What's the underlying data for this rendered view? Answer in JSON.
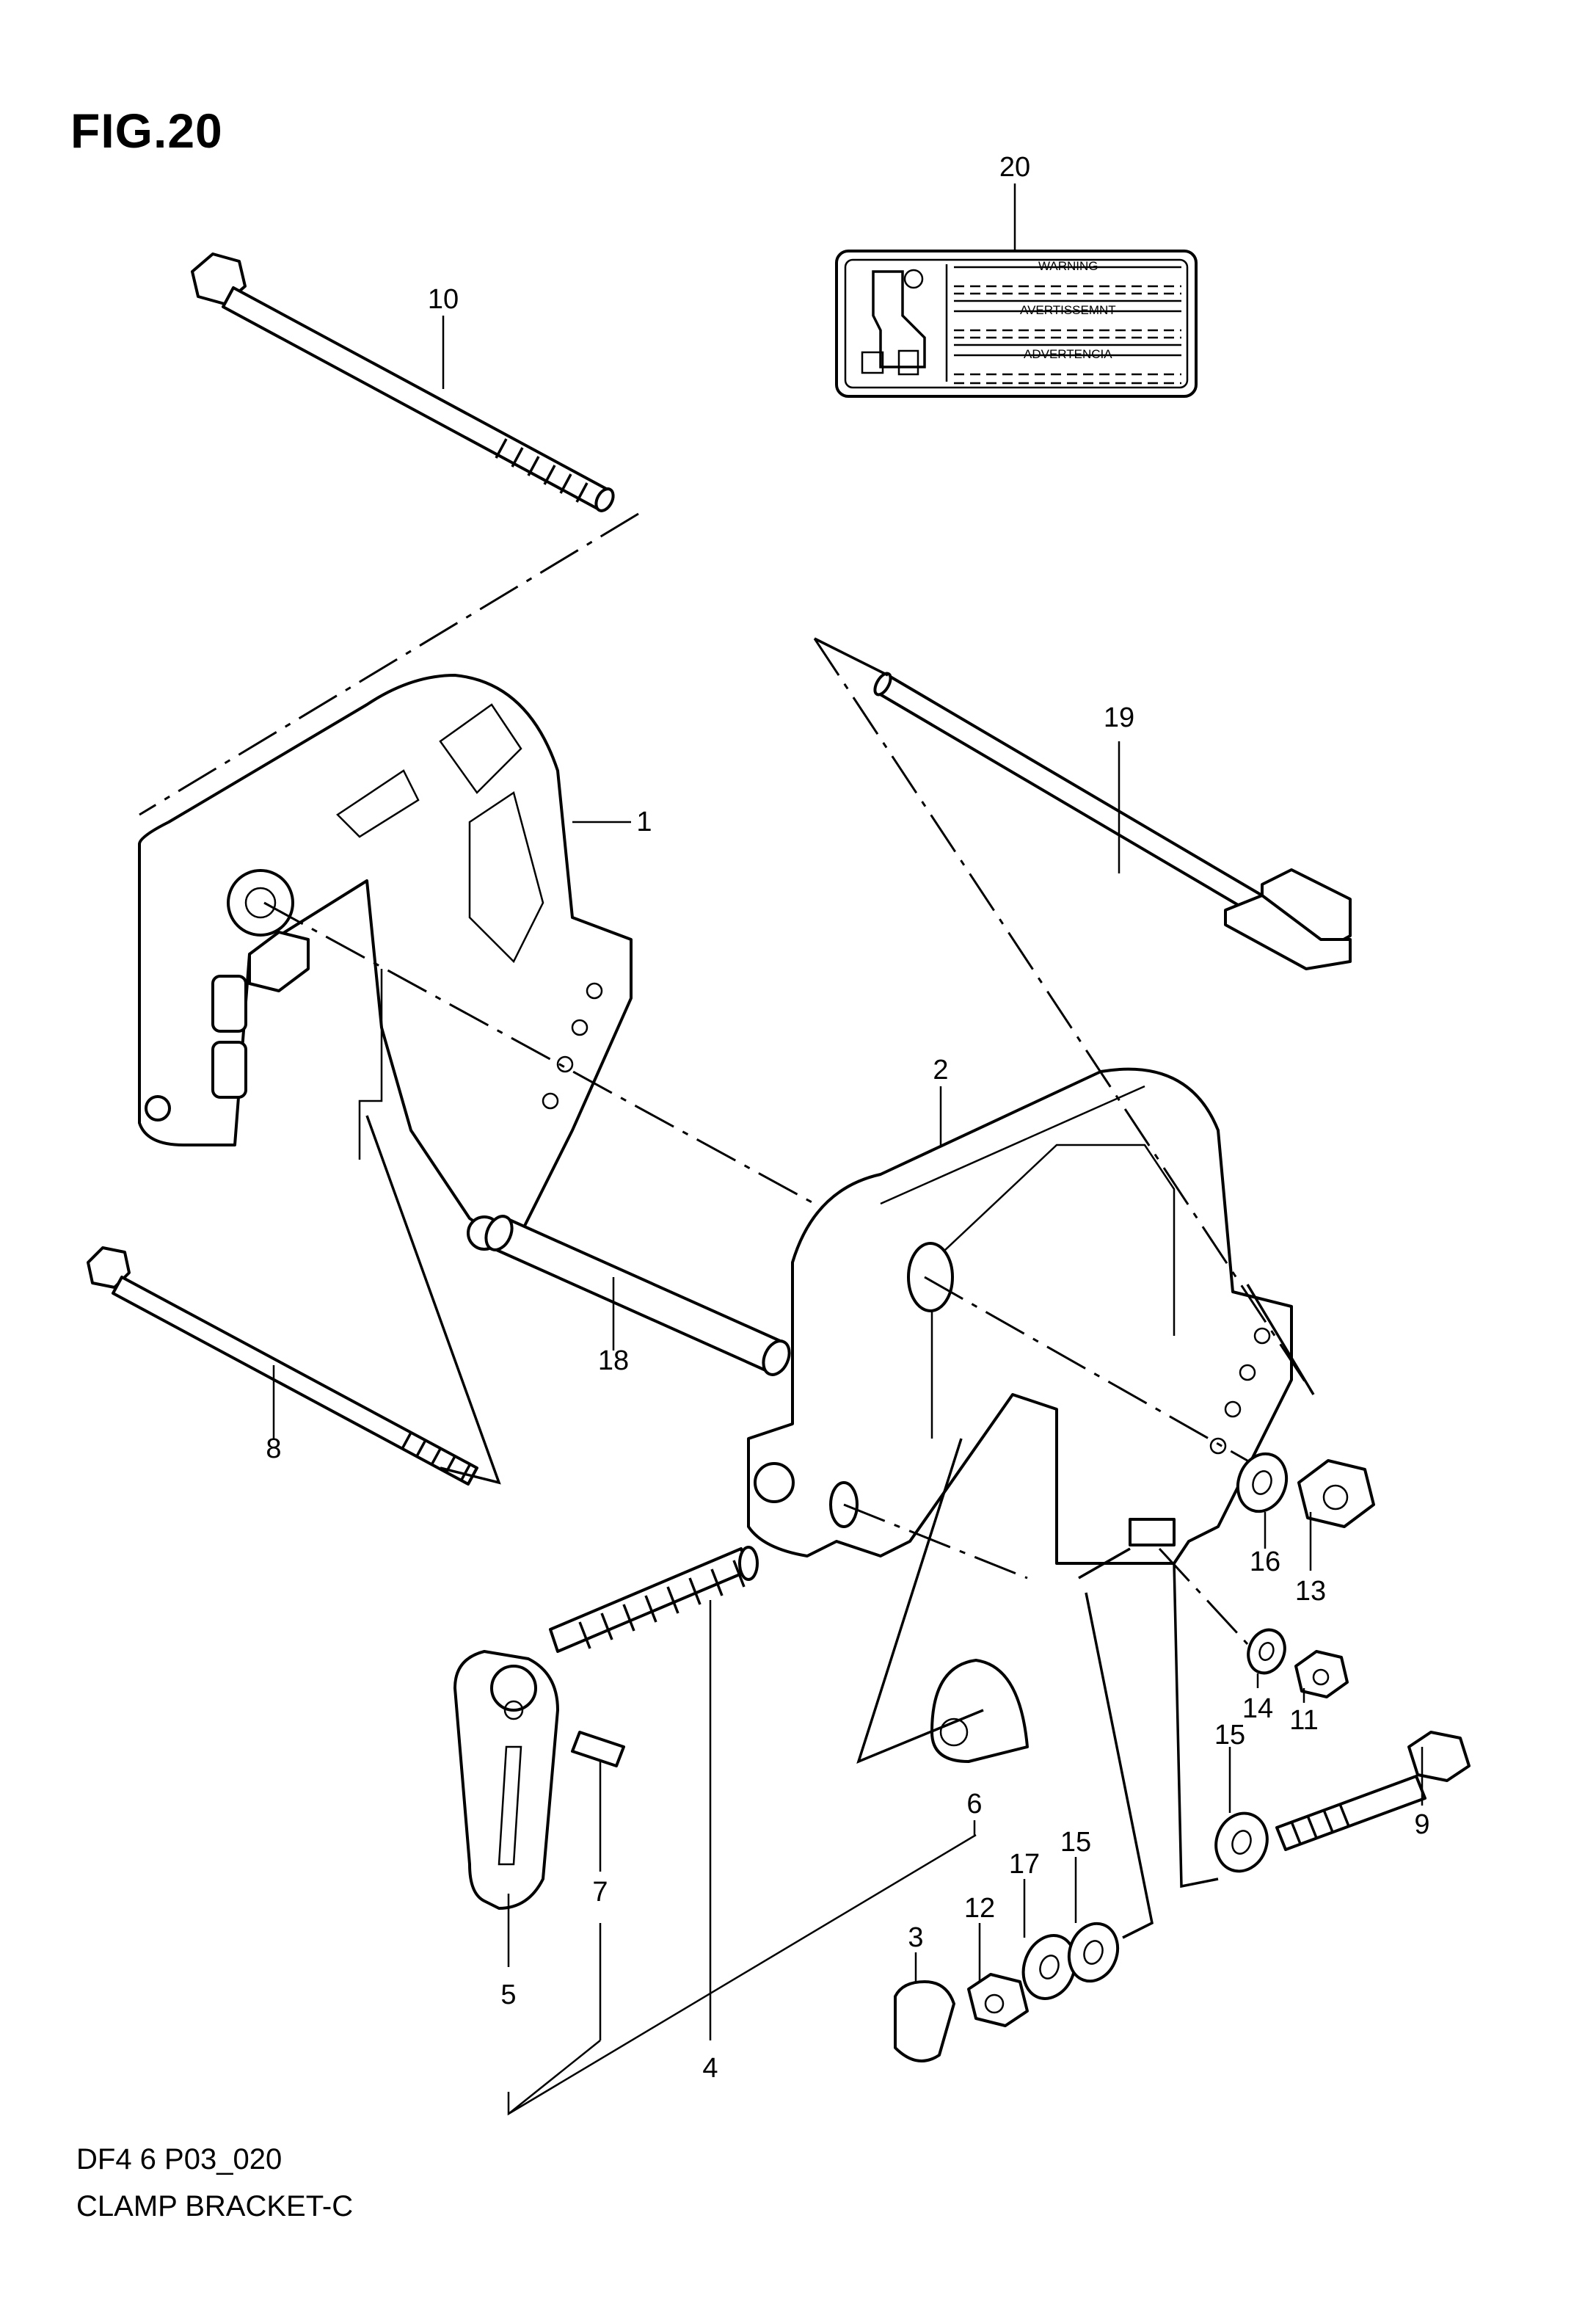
{
  "figure": {
    "title": "FIG.20",
    "code": "DF4 6 P03_020",
    "name": "CLAMP BRACKET-C"
  },
  "warning_label": {
    "lines": [
      "WARNING",
      "AVERTISSEMNT",
      "ADVERTENCIA"
    ]
  },
  "callouts": {
    "c1": "1",
    "c2": "2",
    "c3": "3",
    "c4": "4",
    "c5": "5",
    "c6": "6",
    "c7": "7",
    "c8": "8",
    "c9": "9",
    "c10": "10",
    "c11": "11",
    "c12": "12",
    "c13": "13",
    "c14": "14",
    "c15a": "15",
    "c15b": "15",
    "c16": "16",
    "c17": "17",
    "c18": "18",
    "c19": "19",
    "c20": "20"
  }
}
